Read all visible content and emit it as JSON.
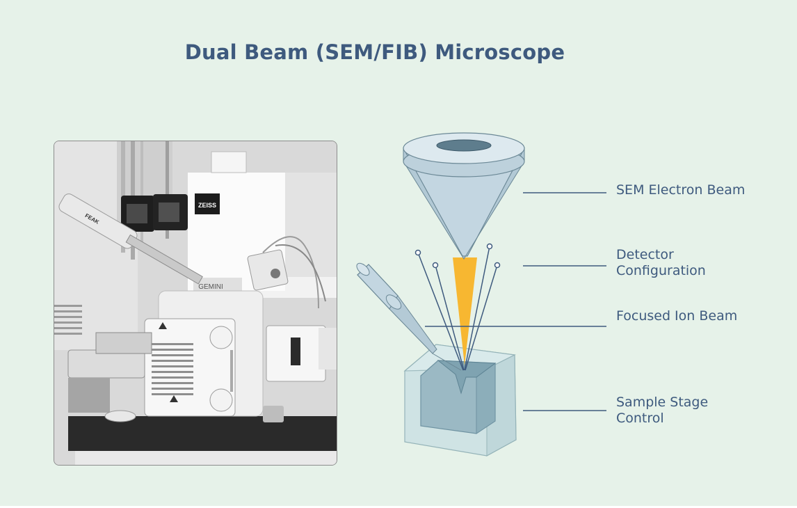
{
  "title": "Dual Beam (SEM/FIB) Microscope",
  "photo": {
    "logo_text": "ZEISS",
    "column_text": "GEMINI",
    "arm_text": "FEAK"
  },
  "labels": {
    "sem_beam": "SEM Electron Beam",
    "detector": "Detector\nConfiguration",
    "fib": "Focused Ion Beam",
    "stage": "Sample Stage\nControl"
  },
  "colors": {
    "title": "#3e5a7e",
    "background": "#e6f2e9",
    "beam": "#f7b731",
    "leader": "#3e5a7e"
  }
}
